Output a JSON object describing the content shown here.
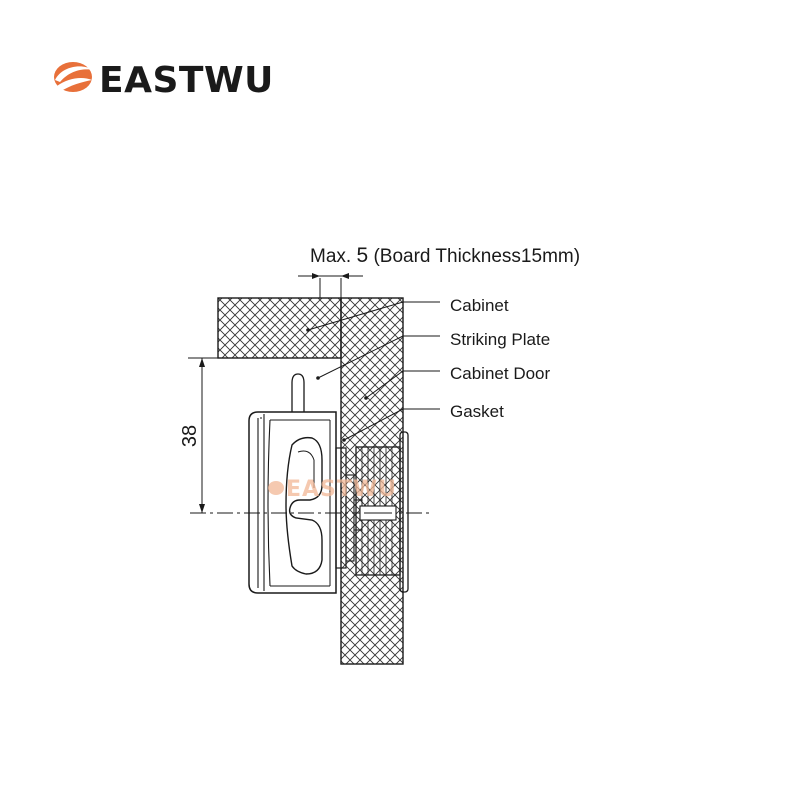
{
  "brand": {
    "name": "EASTWU",
    "color": "#e8703a",
    "text_color": "#1a1a1a",
    "logo_icon": "eastwu-swoosh-icon"
  },
  "dimensions": {
    "top_prefix": "Max.",
    "top_value": "5",
    "top_note": "(Board Thickness15mm)",
    "vertical_value": "38"
  },
  "callouts": [
    {
      "id": "cabinet",
      "label": "Cabinet"
    },
    {
      "id": "striking-plate",
      "label": "Striking Plate"
    },
    {
      "id": "cabinet-door",
      "label": "Cabinet Door"
    },
    {
      "id": "gasket",
      "label": "Gasket"
    }
  ],
  "watermark": {
    "text": "EASTWU",
    "color": "#f2b896"
  }
}
